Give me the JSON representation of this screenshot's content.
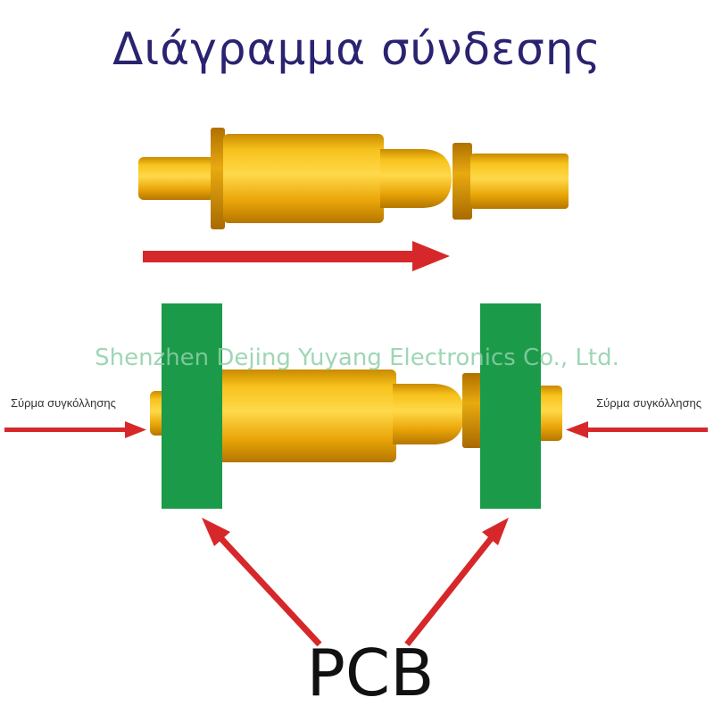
{
  "title": "Διάγραμμα σύνδεσης",
  "watermark": "Shenzhen Dejing Yuyang Electronics Co., Ltd.",
  "labels": {
    "solder_wire_left": "Σύρμα συγκόλλησης",
    "solder_wire_right": "Σύρμα συγκόλλησης",
    "pcb": "PCB"
  },
  "colors": {
    "title": "#2a2370",
    "pin_gold": "#f2b50a",
    "pcb_green": "#1b9a4a",
    "arrow_red": "#d6282a",
    "watermark": "#8fd0a8"
  }
}
